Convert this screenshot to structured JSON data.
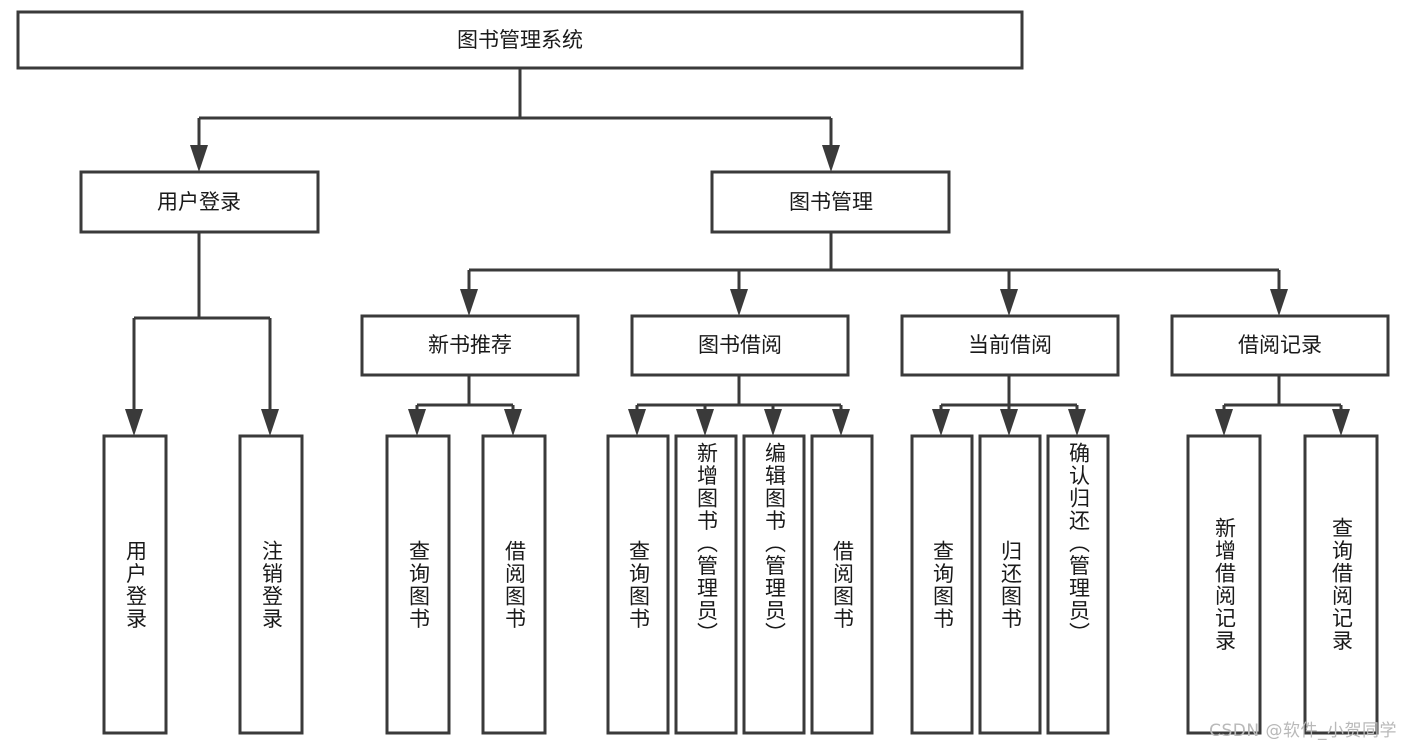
{
  "diagram": {
    "type": "tree",
    "title": "图书管理系统",
    "root": {
      "id": "root",
      "label": "图书管理系统",
      "orientation": "horizontal"
    },
    "level2": [
      {
        "id": "user-login",
        "label": "用户登录",
        "orientation": "horizontal"
      },
      {
        "id": "book-manage",
        "label": "图书管理",
        "orientation": "horizontal"
      }
    ],
    "level3": [
      {
        "id": "new-book-recommend",
        "label": "新书推荐",
        "orientation": "horizontal",
        "parent": "book-manage"
      },
      {
        "id": "book-borrow",
        "label": "图书借阅",
        "orientation": "horizontal",
        "parent": "book-manage"
      },
      {
        "id": "current-borrow",
        "label": "当前借阅",
        "orientation": "horizontal",
        "parent": "book-manage"
      },
      {
        "id": "borrow-record",
        "label": "借阅记录",
        "orientation": "horizontal",
        "parent": "book-manage"
      }
    ],
    "leaves": [
      {
        "id": "leaf-user-login",
        "label": "用户登录",
        "orientation": "vertical",
        "parent": "user-login"
      },
      {
        "id": "leaf-logout-login",
        "label": "注销登录",
        "orientation": "vertical",
        "parent": "user-login"
      },
      {
        "id": "leaf-query-book-1",
        "label": "查询图书",
        "orientation": "vertical",
        "parent": "new-book-recommend"
      },
      {
        "id": "leaf-borrow-book-1",
        "label": "借阅图书",
        "orientation": "vertical",
        "parent": "new-book-recommend"
      },
      {
        "id": "leaf-query-book-2",
        "label": "查询图书",
        "orientation": "vertical",
        "parent": "book-borrow"
      },
      {
        "id": "leaf-add-book-admin",
        "label": "新增图书（管理员）",
        "orientation": "vertical",
        "parent": "book-borrow"
      },
      {
        "id": "leaf-edit-book-admin",
        "label": "编辑图书（管理员）",
        "orientation": "vertical",
        "parent": "book-borrow"
      },
      {
        "id": "leaf-borrow-book-2",
        "label": "借阅图书",
        "orientation": "vertical",
        "parent": "book-borrow"
      },
      {
        "id": "leaf-query-book-3",
        "label": "查询图书",
        "orientation": "vertical",
        "parent": "current-borrow"
      },
      {
        "id": "leaf-return-book",
        "label": "归还图书",
        "orientation": "vertical",
        "parent": "current-borrow"
      },
      {
        "id": "leaf-confirm-return-admin",
        "label": "确认归还（管理员）",
        "orientation": "vertical",
        "parent": "current-borrow"
      },
      {
        "id": "leaf-add-borrow-record",
        "label": "新增借阅记录",
        "orientation": "vertical",
        "parent": "borrow-record"
      },
      {
        "id": "leaf-query-borrow-record",
        "label": "查询借阅记录",
        "orientation": "vertical",
        "parent": "borrow-record"
      }
    ]
  },
  "watermark": {
    "text": "CSDN @软件_小贺同学"
  },
  "colors": {
    "stroke": "#3a3a3a",
    "fill": "#ffffff",
    "text": "#1a1a1a",
    "watermark": "#b9b9b9",
    "background": "#ffffff"
  }
}
